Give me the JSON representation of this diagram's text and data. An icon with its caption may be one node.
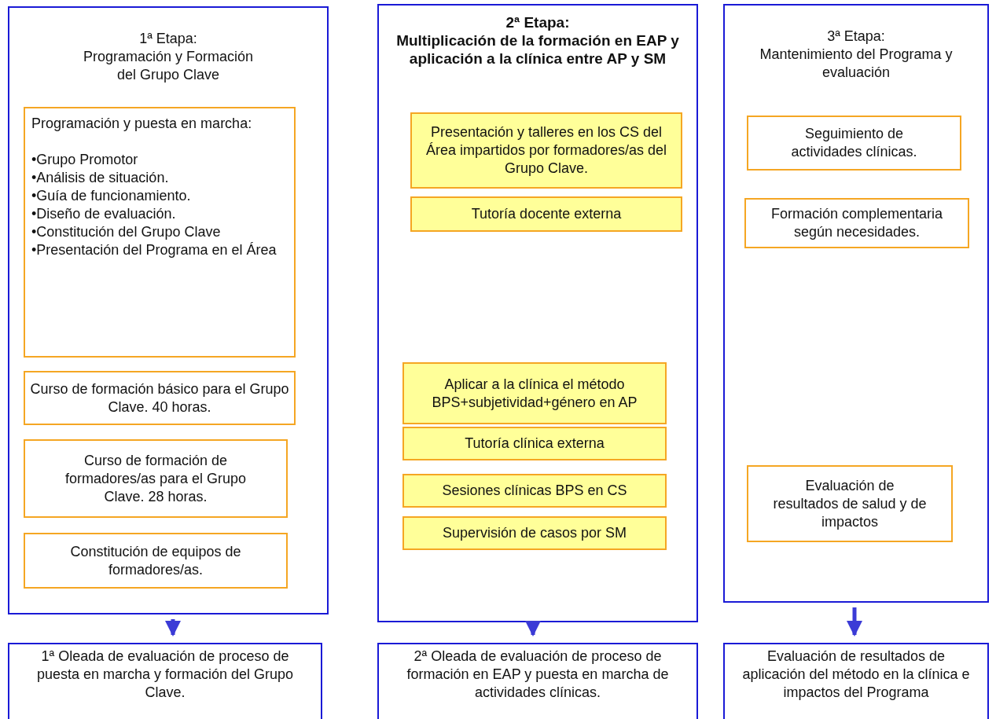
{
  "diagram": {
    "nodes": [
      {
        "text": [
          "1ª Etapa:",
          "Programación y Formación del Grupo Clave"
        ]
      },
      {
        "text": [
          "Programación y puesta en marcha:",
          "•Grupo Promotor",
          "•Análisis de situación.",
          "•Guía de funcionamiento.",
          "•Diseño de evaluación.",
          "•Constitución del Grupo Clave",
          "•Presentación del Programa en el Área"
        ],
        "in": 0
      },
      {
        "text": [
          "Curso de formación básico para el Grupo Clave. 40 horas."
        ],
        "in": 0
      },
      {
        "text": [
          "Curso de formación de formadores/as para el Grupo Clave. 28 horas."
        ],
        "in": 0
      },
      {
        "text": [
          "Constitución de equipos de formadores/as."
        ],
        "in": 0
      },
      {
        "text": [
          "2ª Etapa:",
          "Multiplicación de la formación en EAP y aplicación a la clínica entre AP y SM"
        ]
      },
      {
        "text": [
          "Presentación y talleres en los CS del Área impartidos por formadores/as del Grupo Clave."
        ],
        "in": 5
      },
      {
        "text": [
          "Tutoría docente externa"
        ],
        "in": 5
      },
      {
        "text": [
          "Aplicar a la clínica el método BPS+subjetividad+género en AP"
        ],
        "in": 5
      },
      {
        "text": [
          "Tutoría clínica externa"
        ],
        "in": 5
      },
      {
        "text": [
          "Sesiones clínicas BPS en CS"
        ],
        "in": 5
      },
      {
        "text": [
          "Supervisión de casos por SM"
        ],
        "in": 5
      },
      {
        "text": [
          "3ª Etapa:",
          "Mantenimiento del Programa y evaluación"
        ]
      },
      {
        "text": [
          "Seguimiento de actividades clínicas."
        ],
        "in": 12
      },
      {
        "text": [
          "Formación complementaria según necesidades."
        ],
        "in": 12
      },
      {
        "text": [
          "Evaluación de resultados de salud y de impactos"
        ],
        "in": 12
      },
      {
        "text": [
          "1ª Oleada de evaluación de proceso de puesta en marcha y formación del Grupo Clave."
        ]
      },
      {
        "text": [
          "2ª Oleada de evaluación de proceso de formación en EAP y puesta en marcha de actividades clínicas."
        ]
      },
      {
        "text": [
          "Evaluación de resultados de aplicación del método en la clínica e impactos del Programa"
        ]
      }
    ],
    "edges": [
      {
        "from": 0,
        "to": 16,
        "arrow": "to"
      },
      {
        "from": 5,
        "to": 17,
        "arrow": "to"
      },
      {
        "from": 12,
        "to": 18,
        "arrow": "to"
      }
    ]
  }
}
